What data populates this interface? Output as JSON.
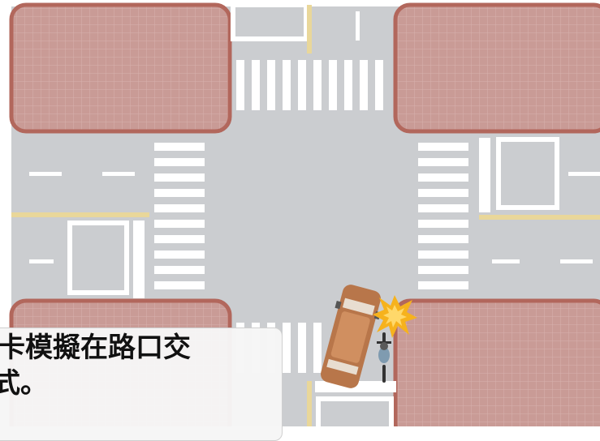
{
  "scene": {
    "description_type": "intersection-accident-diagram",
    "colors": {
      "road": "#cbcdd0",
      "sidewalk": "#c99b96",
      "curb": "#b2675c",
      "crosswalk": "#ffffff",
      "yellow_line": "#e9d79a",
      "car_body": "#b8764a",
      "car_roof": "#d08f60",
      "burst": "#f6b21d"
    },
    "icons": [
      "car-icon",
      "bicycle-icon",
      "collision-burst-icon"
    ]
  },
  "caption": {
    "line1": "卡模擬在路口交",
    "line2": "式。"
  }
}
